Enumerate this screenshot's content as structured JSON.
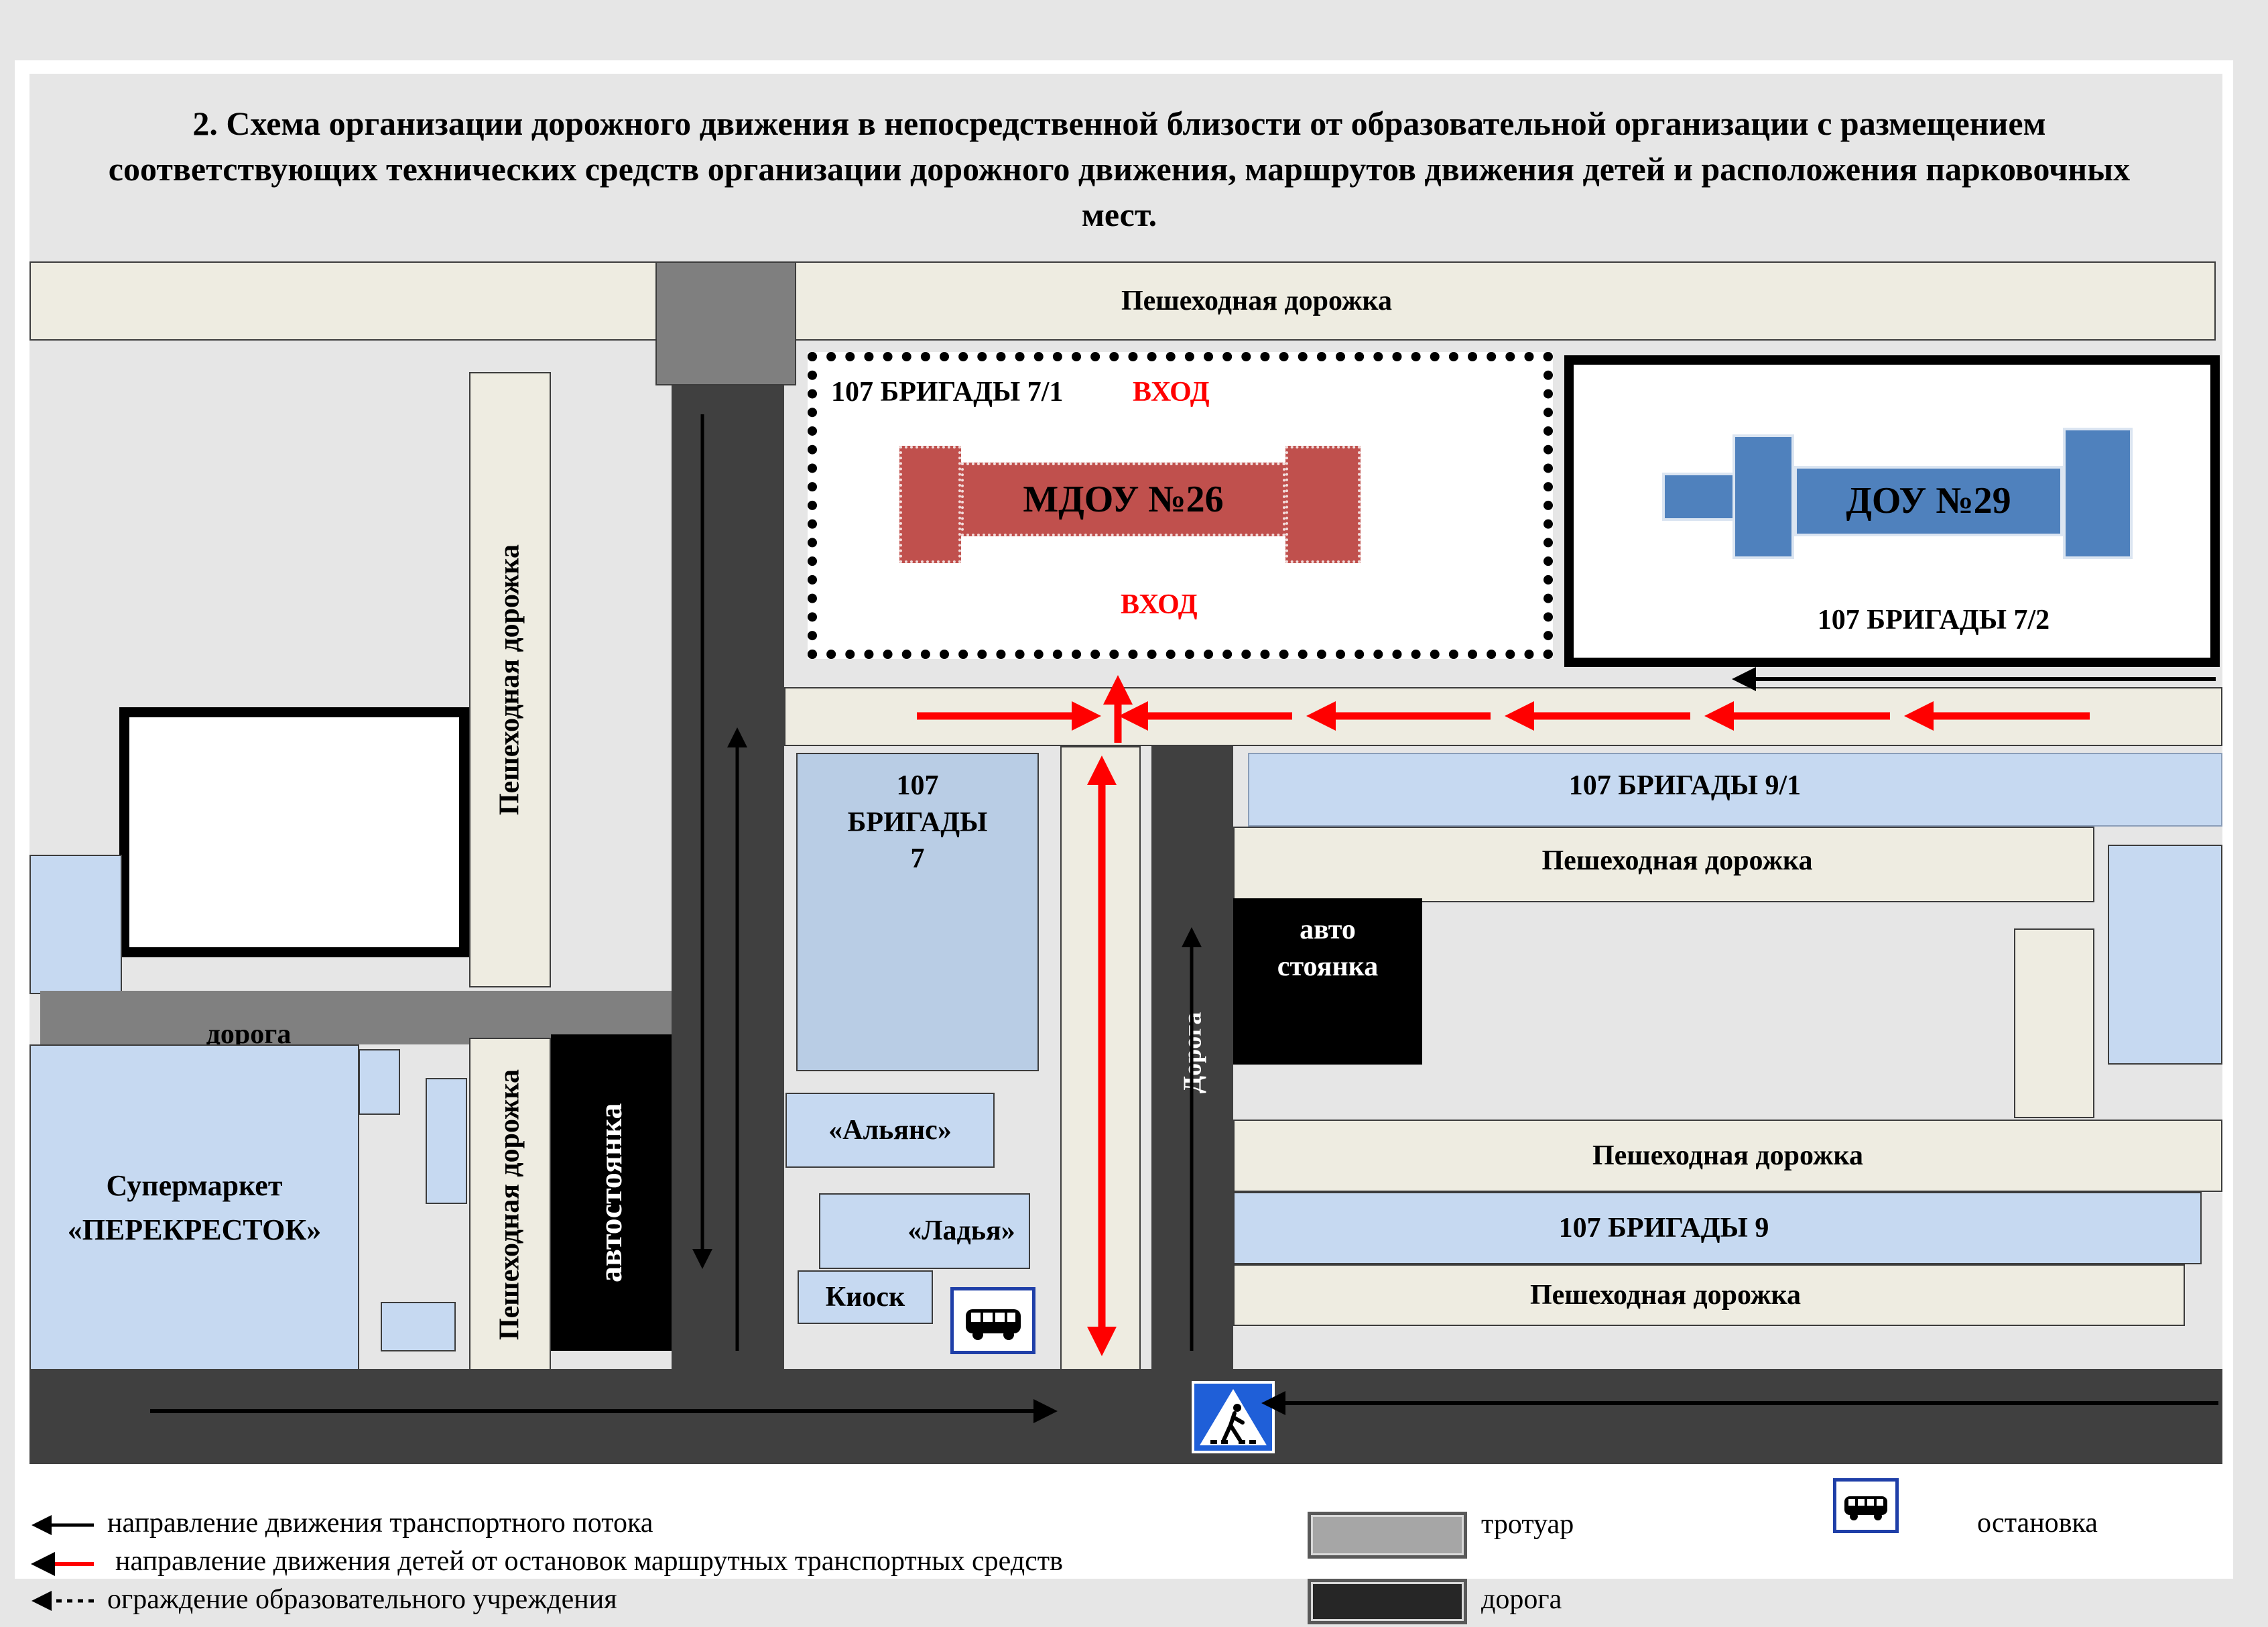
{
  "title": "2. Схема организации дорожного движения в непосредственной близости от образовательной организации с размещением соответствующих технических средств организации дорожного движения, маршрутов движения детей и расположения парковочных мест.",
  "labels": {
    "walk_top": "Пешеходная дорожка",
    "walk_left_v": "Пешеходная дорожка",
    "walk_left_v2": "Пешеходная дорожка",
    "walk_9_1": "Пешеходная дорожка",
    "walk_9_top": "Пешеходная дорожка",
    "walk_9_bottom": "Пешеходная дорожка",
    "addr_7_1": "107 БРИГАДЫ 7/1",
    "entry_top": "ВХОД",
    "entry_bottom": "ВХОД",
    "mdou": "МДОУ №26",
    "dou": "ДОУ №29",
    "addr_7_2": "107 БРИГАДЫ 7/2",
    "addr_7": "107\nБРИГАДЫ\n7",
    "addr_9_1": "107 БРИГАДЫ 9/1",
    "addr_9": "107 БРИГАДЫ 9",
    "parking_small": "авто\nстоянка",
    "parking_v": "автостоянка",
    "road_h": "дорога",
    "road_v": "Дорога",
    "alliance": "«Альянс»",
    "ladya": "«Ладья»",
    "kiosk": "Киоск",
    "supermarket": "Супермаркет\n«ПЕРЕКРЕСТОК»"
  },
  "legend": {
    "traffic": "направление движения транспортного потока",
    "children": "направление движения детей от остановок маршрутных транспортных средств",
    "fence": "ограждение образовательного учреждения",
    "sidewalk": "тротуар",
    "road": "дорога",
    "stop": "остановка"
  },
  "colors": {
    "child_route": "#ff0000",
    "mdou_building": "#c0504d",
    "dou_building": "#4f81bd",
    "road_dark": "#404040",
    "walkway": "#eeece1"
  },
  "icons": [
    "bus-stop-icon",
    "pedestrian-crossing-icon"
  ]
}
